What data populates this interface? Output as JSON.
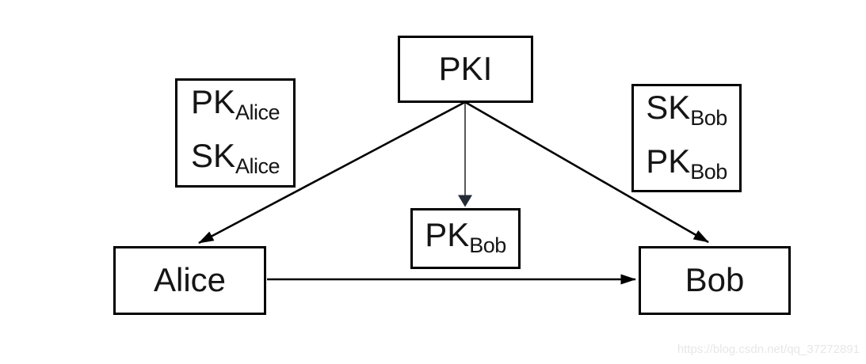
{
  "diagram": {
    "nodes": {
      "pki": {
        "label": "PKI"
      },
      "alice_keys": {
        "lines": [
          {
            "main": "PK",
            "sub": "Alice"
          },
          {
            "main": "SK",
            "sub": "Alice"
          }
        ]
      },
      "bob_keys": {
        "lines": [
          {
            "main": "SK",
            "sub": "Bob"
          },
          {
            "main": "PK",
            "sub": "Bob"
          }
        ]
      },
      "published_key": {
        "lines": [
          {
            "main": "PK",
            "sub": "Bob"
          }
        ]
      },
      "alice": {
        "label": "Alice"
      },
      "bob": {
        "label": "Bob"
      }
    },
    "edges": [
      {
        "from": "PKI",
        "to": "Alice",
        "type": "thick-arrow"
      },
      {
        "from": "PKI",
        "to": "Bob",
        "type": "thick-arrow"
      },
      {
        "from": "PKI",
        "to": "PK_Bob",
        "type": "thin-arrow"
      },
      {
        "from": "Alice",
        "to": "Bob",
        "type": "thick-arrow"
      }
    ],
    "colors": {
      "line": "#000000",
      "box_border": "#000000",
      "thin_arrowhead": "#242b35",
      "text": "#151515"
    }
  },
  "watermark": {
    "text": "https://blog.csdn.net/qq_37272891",
    "color": "#e7e7e7"
  }
}
